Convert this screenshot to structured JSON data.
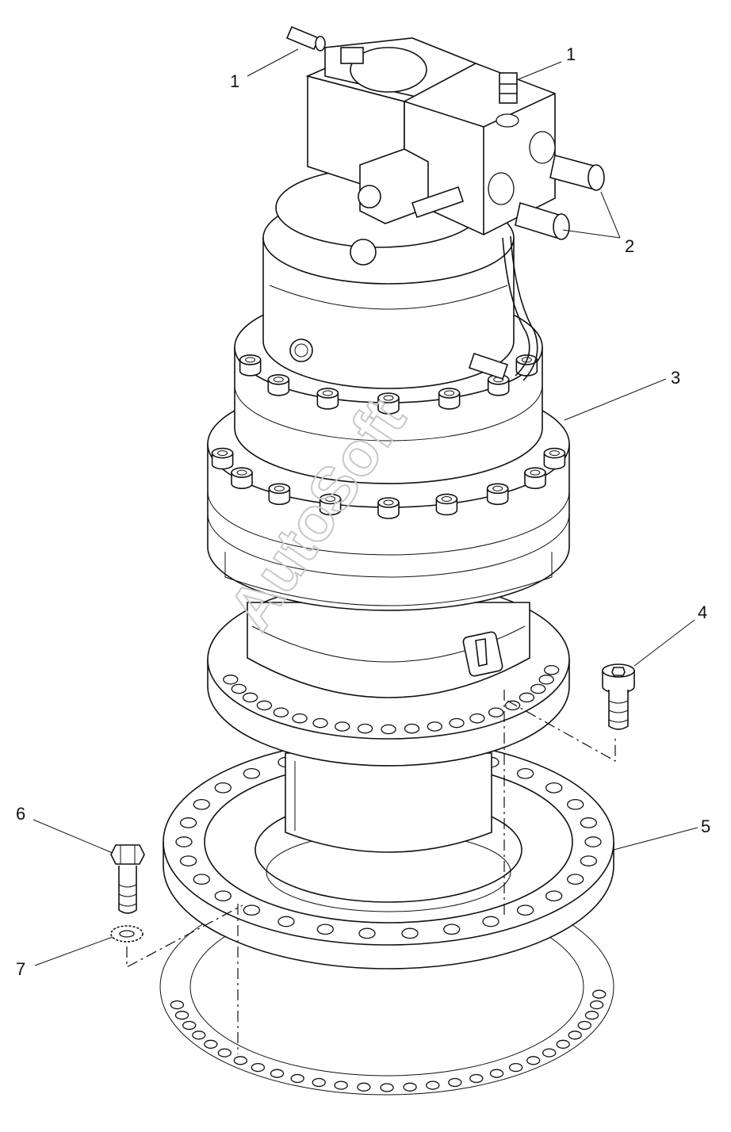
{
  "watermark": "AutoSoft",
  "callouts": [
    {
      "id": "c1a",
      "label": "1"
    },
    {
      "id": "c1b",
      "label": "1"
    },
    {
      "id": "c2",
      "label": "2"
    },
    {
      "id": "c3",
      "label": "3"
    },
    {
      "id": "c4",
      "label": "4"
    },
    {
      "id": "c5",
      "label": "5"
    },
    {
      "id": "c6",
      "label": "6"
    },
    {
      "id": "c7",
      "label": "7"
    }
  ]
}
